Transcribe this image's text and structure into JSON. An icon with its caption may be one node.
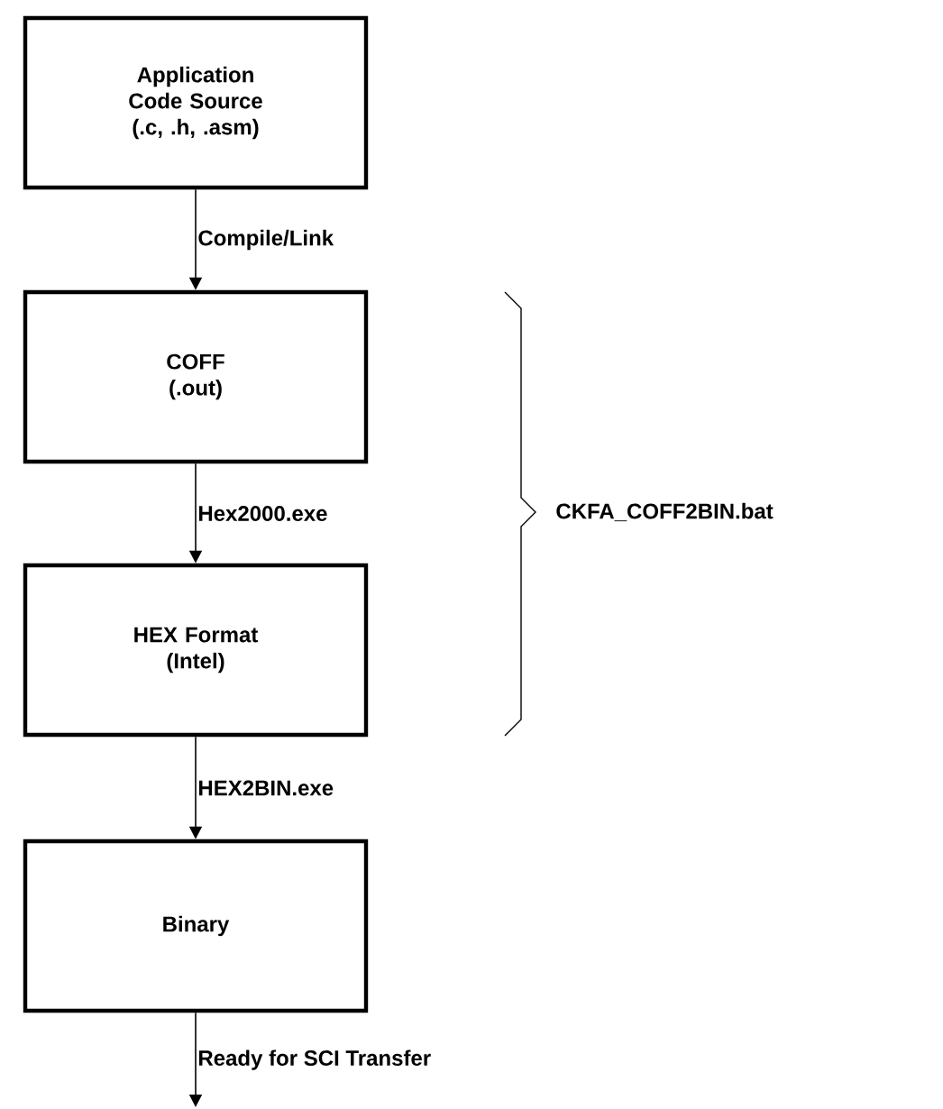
{
  "diagram": {
    "nodes": [
      {
        "text": [
          "Application Code Source",
          "(.c, .h, .asm)"
        ]
      },
      {
        "text": [
          "COFF",
          "(.out)"
        ]
      },
      {
        "text": [
          "HEX Format",
          "(Intel)"
        ]
      },
      {
        "text": [
          "Binary"
        ]
      }
    ],
    "edges": [
      {
        "from": 0,
        "to": 1,
        "arrow": "to",
        "label": "Compile/Link"
      },
      {
        "from": 1,
        "to": 2,
        "arrow": "to",
        "label": "Hex2000.exe"
      },
      {
        "from": 2,
        "to": 3,
        "arrow": "to",
        "label": "HEX2BIN.exe"
      },
      {
        "from": 3,
        "to": null,
        "arrow": "to",
        "label": "Ready for SCI Transfer"
      }
    ],
    "labels": [
      "CKFA_COFF2BIN.bat"
    ]
  }
}
